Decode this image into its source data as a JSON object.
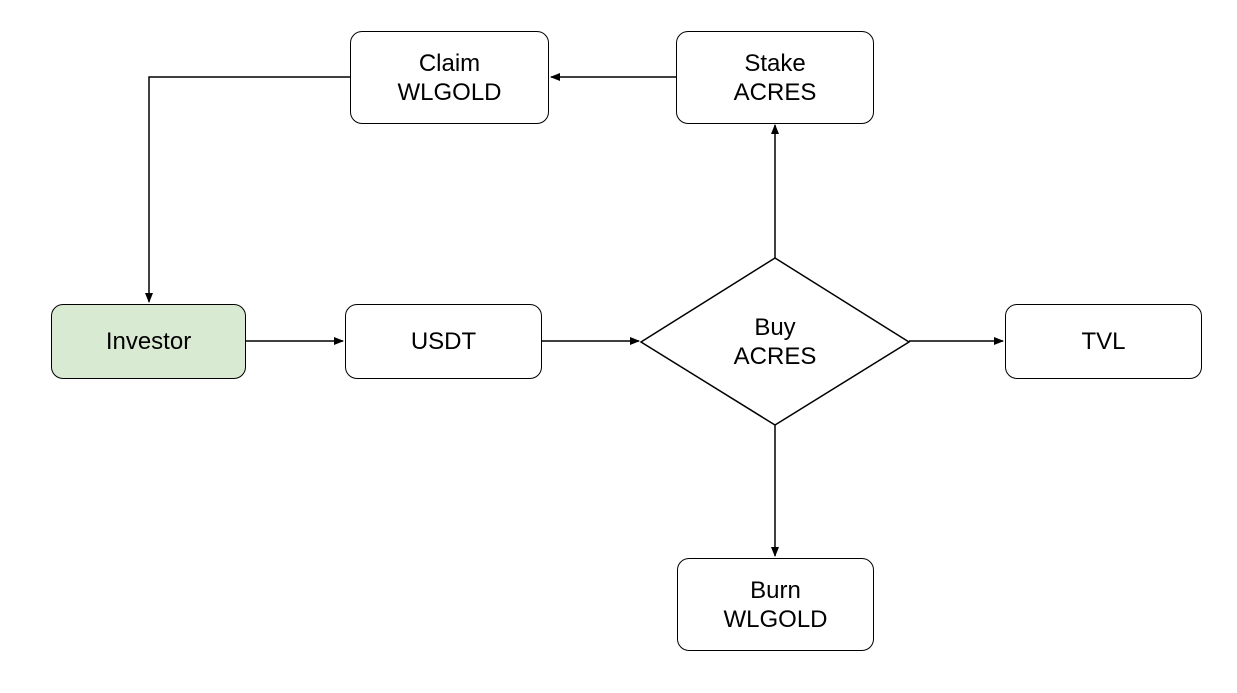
{
  "colors": {
    "stroke": "#000000",
    "node_fill": "#ffffff",
    "investor_fill": "#d9ead3"
  },
  "nodes": {
    "claim": {
      "line1": "Claim",
      "line2": "WLGOLD"
    },
    "stake": {
      "line1": "Stake",
      "line2": "ACRES"
    },
    "investor": {
      "label": "Investor"
    },
    "usdt": {
      "label": "USDT"
    },
    "buy": {
      "line1": "Buy",
      "line2": "ACRES"
    },
    "tvl": {
      "label": "TVL"
    },
    "burn": {
      "line1": "Burn",
      "line2": "WLGOLD"
    }
  },
  "edges": [
    {
      "from": "investor",
      "to": "usdt"
    },
    {
      "from": "usdt",
      "to": "buy"
    },
    {
      "from": "buy",
      "to": "tvl"
    },
    {
      "from": "buy",
      "to": "stake"
    },
    {
      "from": "buy",
      "to": "burn"
    },
    {
      "from": "stake",
      "to": "claim"
    },
    {
      "from": "claim",
      "to": "investor"
    }
  ]
}
